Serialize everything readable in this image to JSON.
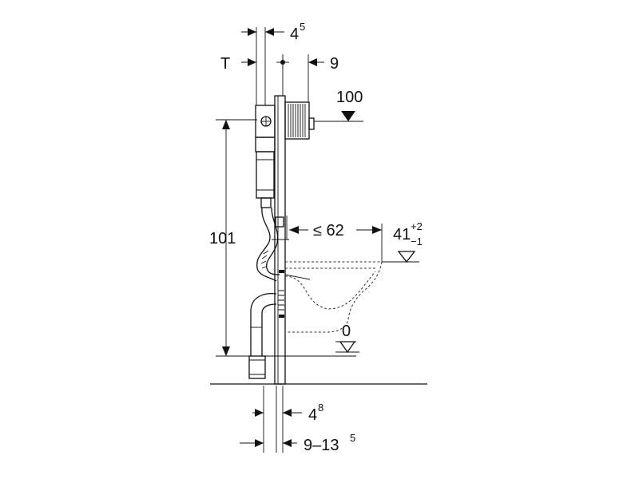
{
  "diagram": {
    "labels": {
      "top_offset_base": "4",
      "top_offset_sup": "5",
      "t_label": "T",
      "right_offset": "9",
      "level_100": "100",
      "height_101": "101",
      "max_projection": "≤ 62",
      "seat_height_base": "41",
      "seat_tol_plus": "+2",
      "seat_tol_minus": "−1",
      "floor_level": "0",
      "bottom_offset_base": "4",
      "bottom_offset_sup": "8",
      "depth_range_base": "9–13",
      "depth_range_sup": "5"
    }
  }
}
